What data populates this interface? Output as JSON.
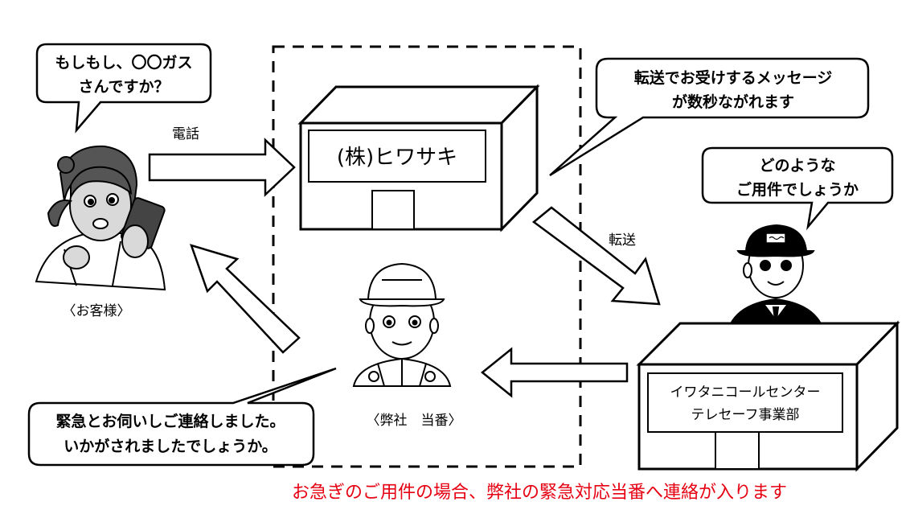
{
  "customer_bubble": {
    "line1": "もしもし、〇〇ガス",
    "line2": "さんですか？"
  },
  "message_bubble": {
    "line1": "転送でお受けするメッセージ",
    "line2": "が数秒ながれます"
  },
  "operator_bubble": {
    "line1": "どのような",
    "line2": "ご用件でしょうか"
  },
  "duty_bubble": {
    "line1": "緊急とお伺いしご連絡しました。",
    "line2": "いかがされましたでしょうか。"
  },
  "labels": {
    "phone": "電話",
    "transfer": "転送",
    "customer": "〈お客様〉",
    "duty": "〈弊社　当番〉"
  },
  "company": {
    "name": "(株)ヒワサキ"
  },
  "call_center": {
    "line1": "イワタニコールセンター",
    "line2": "テレセーフ事業部"
  },
  "notice": "お急ぎのご用件の場合、弊社の緊急対応当番へ連絡が入ります",
  "colors": {
    "notice": "#e60012",
    "line": "#000000",
    "background": "#ffffff"
  }
}
